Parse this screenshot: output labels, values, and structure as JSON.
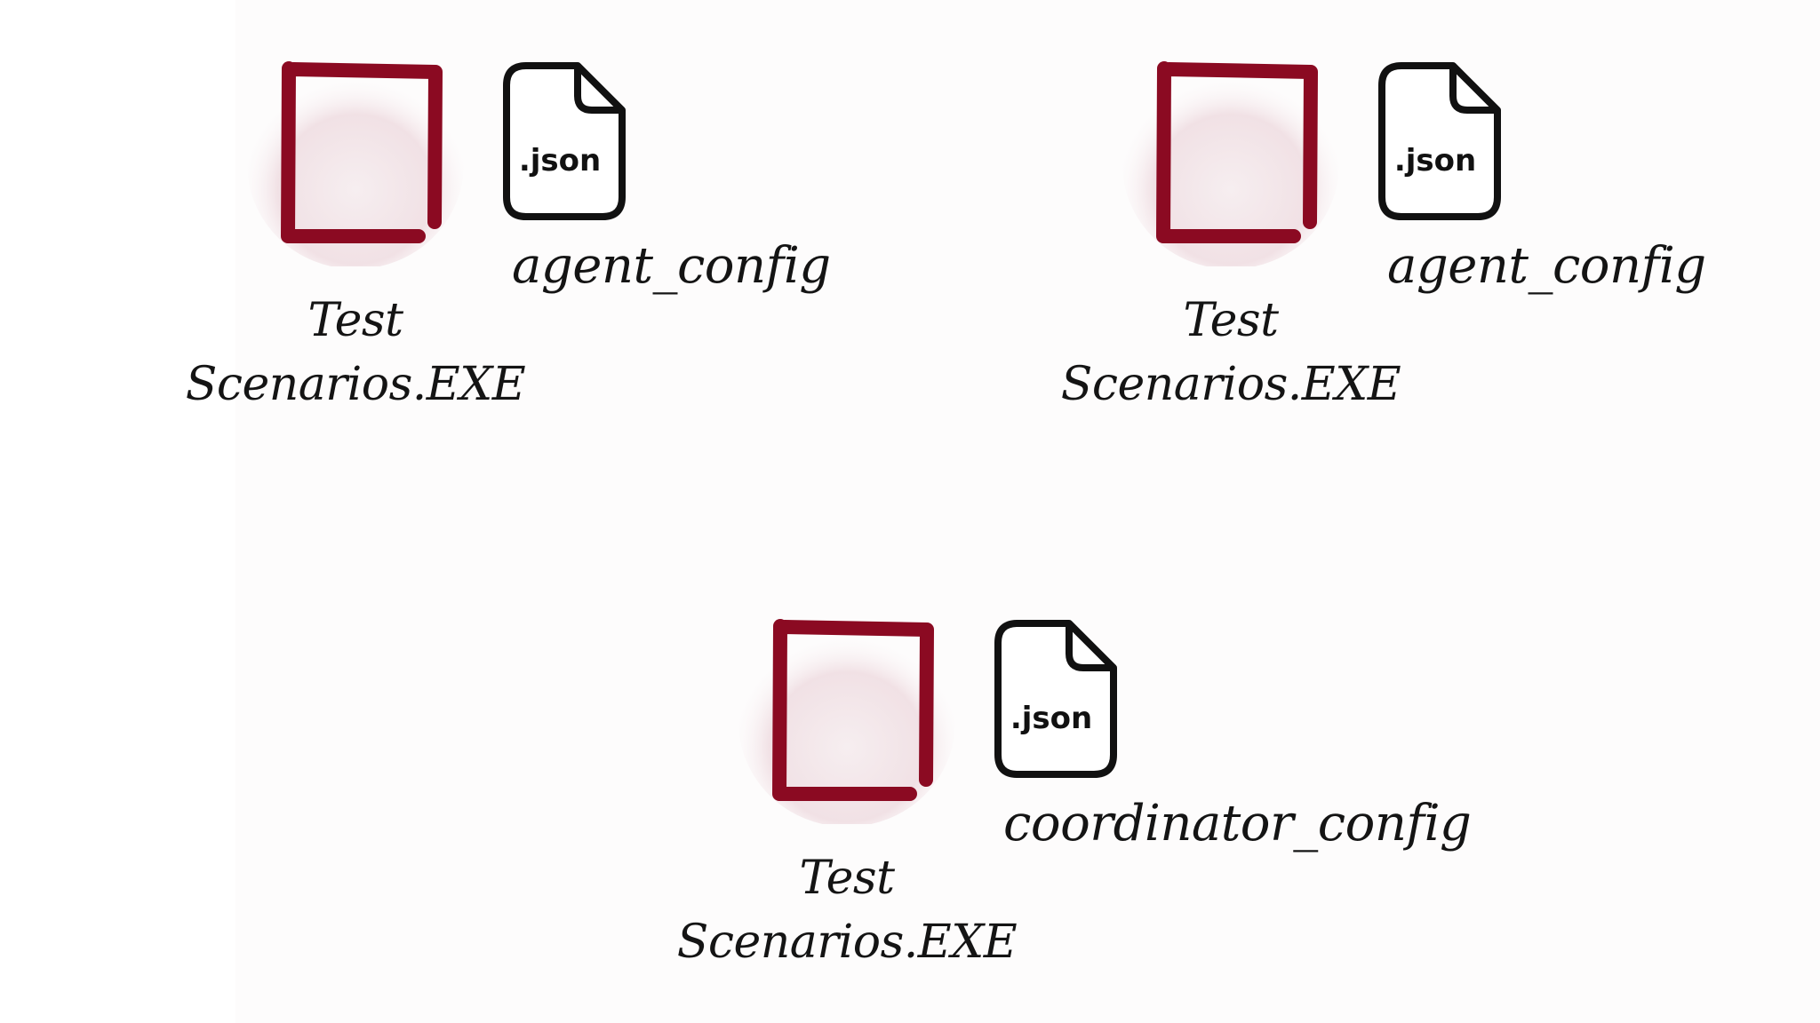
{
  "groups": [
    {
      "exe": {
        "line1": "Test",
        "line2": "Scenarios.EXE"
      },
      "config": {
        "badge": ".json",
        "name": "agent_config"
      }
    },
    {
      "exe": {
        "line1": "Test",
        "line2": "Scenarios.EXE"
      },
      "config": {
        "badge": ".json",
        "name": "agent_config"
      }
    },
    {
      "exe": {
        "line1": "Test",
        "line2": "Scenarios.EXE"
      },
      "config": {
        "badge": ".json",
        "name": "coordinator_config"
      }
    }
  ],
  "colors": {
    "exe_frame": "#8b0a22",
    "exe_glow": "#e9cfd5",
    "file_outline": "#111111",
    "text": "#141414"
  },
  "icons": {
    "exe": "application-window-icon",
    "config": "json-file-icon"
  }
}
